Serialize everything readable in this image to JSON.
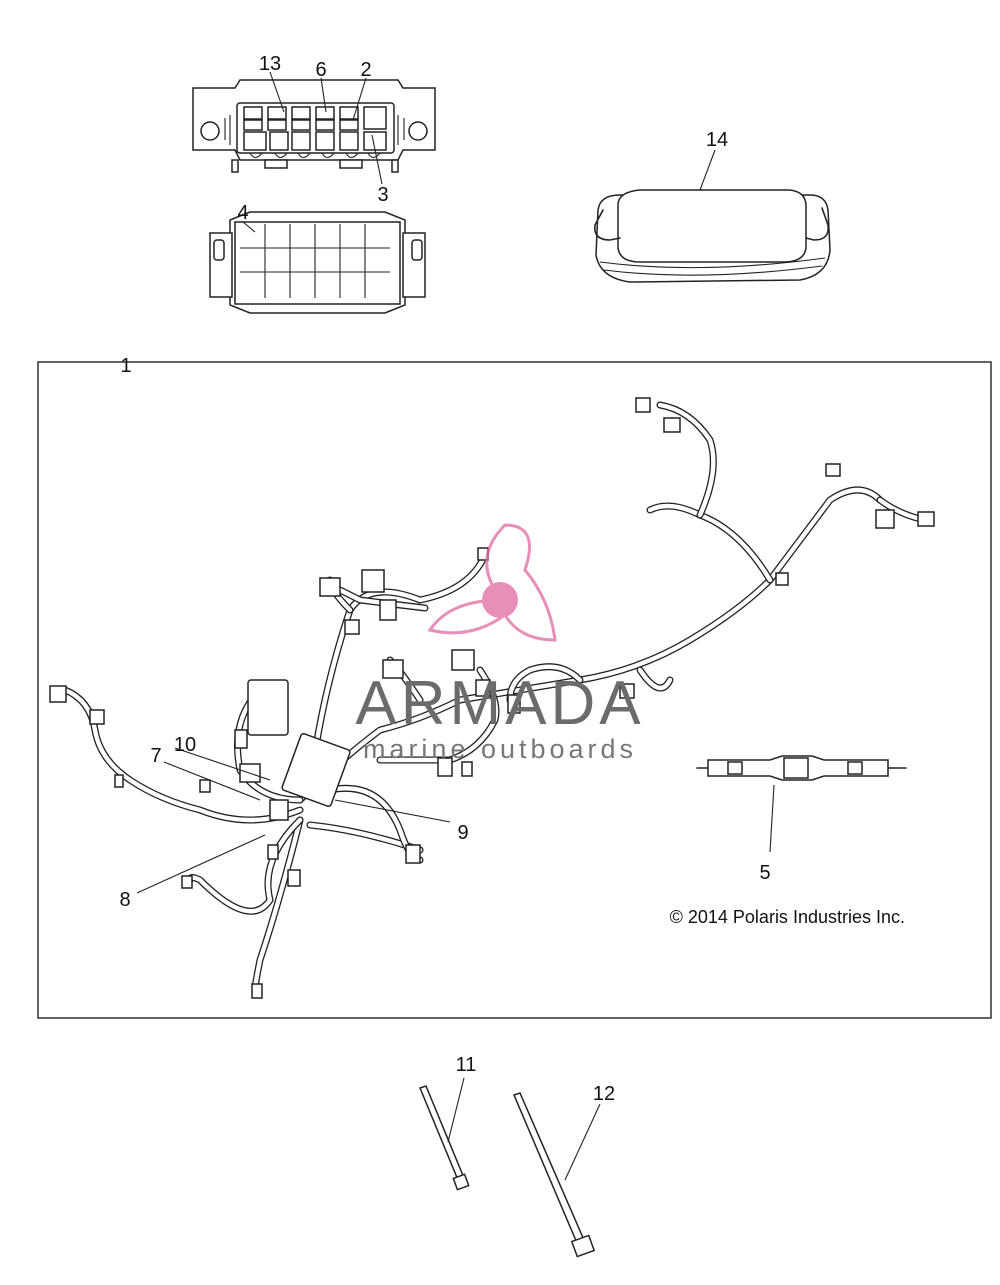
{
  "callouts": {
    "c1": "1",
    "c2": "2",
    "c3": "3",
    "c4": "4",
    "c5": "5",
    "c6": "6",
    "c7": "7",
    "c8": "8",
    "c9": "9",
    "c10": "10",
    "c11": "11",
    "c12": "12",
    "c13": "13",
    "c14": "14"
  },
  "copyright": "© 2014 Polaris Industries Inc.",
  "watermark": {
    "title": "ARMADA",
    "subtitle": "marine outboards",
    "color": "#e06aa0"
  }
}
